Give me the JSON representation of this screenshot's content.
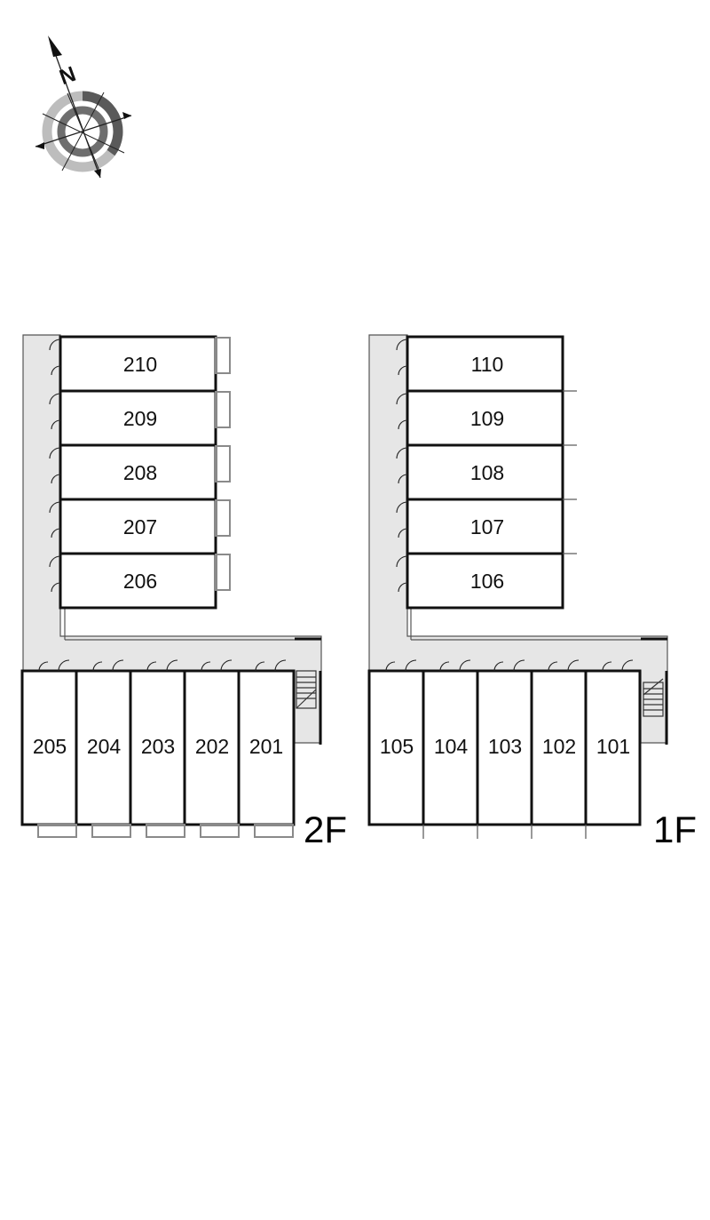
{
  "compass": {
    "north_label": "N",
    "icon": "compass-rose-icon"
  },
  "floors": [
    {
      "id": "2F",
      "label": "2F",
      "upper_rooms": [
        "210",
        "209",
        "208",
        "207",
        "206"
      ],
      "lower_rooms": [
        "205",
        "204",
        "203",
        "202",
        "201"
      ]
    },
    {
      "id": "1F",
      "label": "1F",
      "upper_rooms": [
        "110",
        "109",
        "108",
        "107",
        "106"
      ],
      "lower_rooms": [
        "105",
        "104",
        "103",
        "102",
        "101"
      ]
    }
  ],
  "colors": {
    "corridor": "#e6e6e6",
    "wall": "#111111",
    "balcony": "#8a8a8a"
  }
}
